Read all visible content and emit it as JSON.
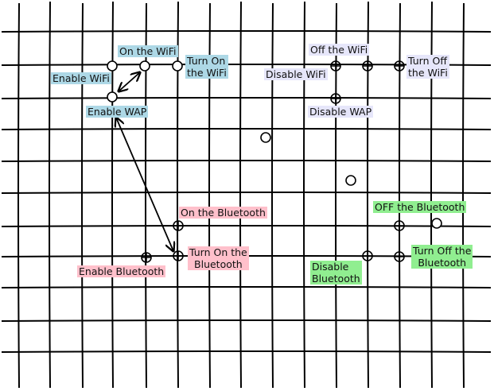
{
  "colors": {
    "wifi_on": "#add8e6",
    "wifi_off": "#e6e6fa",
    "bt_on": "#ffc0cb",
    "bt_off": "#90ee90",
    "grid": "#000000"
  },
  "labels": {
    "on_wifi": "On the WiFi",
    "enable_wifi": "Enable WiFi",
    "turn_on_wifi": "Turn On\nthe WiFi",
    "enable_wap": "Enable WAP",
    "off_wifi": "Off the WiFi",
    "disable_wifi": "Disable WiFi",
    "turn_off_wifi": "Turn Off\nthe WiFi",
    "disable_wap": "Disable WAP",
    "on_bluetooth": "On the Bluetooth",
    "enable_bluetooth": "Enable Bluetooth",
    "turn_on_bluetooth": "Turn On the\nBluetooth",
    "off_bluetooth": "OFF the Bluetooth",
    "disable_bluetooth": "Disable\nBluetooth",
    "turn_off_bluetooth": "Turn Off the\nBluetooth"
  }
}
